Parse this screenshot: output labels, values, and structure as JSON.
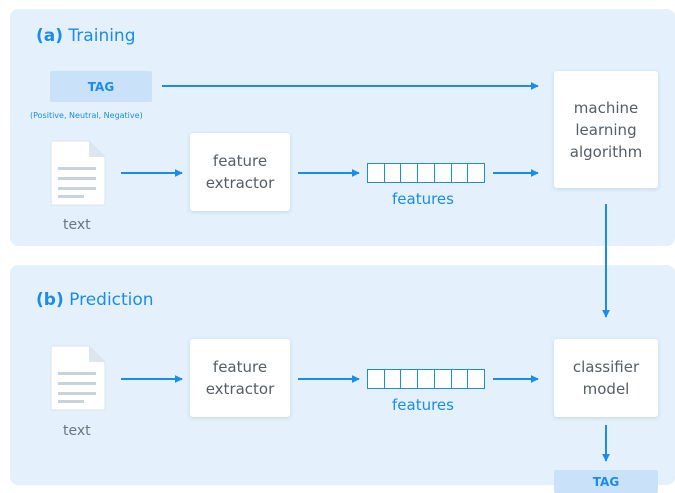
{
  "training": {
    "title_prefix": "(a)",
    "title": "Training",
    "tag_label": "TAG",
    "tag_note": "(Positive, Neutral, Negative)",
    "text_caption": "text",
    "extractor_label": "feature\nextractor",
    "features_label": "features",
    "algorithm_label": "machine\nlearning\nalgorithm"
  },
  "prediction": {
    "title_prefix": "(b)",
    "title": "Prediction",
    "text_caption": "text",
    "extractor_label": "feature\nextractor",
    "features_label": "features",
    "model_label": "classifier\nmodel",
    "output_tag_label": "TAG"
  },
  "colors": {
    "accent": "#1a8cec",
    "panel_background": "#e4f1fc",
    "tag_background": "#c9e2f9",
    "box_text": "#555e66"
  },
  "feature_vector_cells": 7
}
